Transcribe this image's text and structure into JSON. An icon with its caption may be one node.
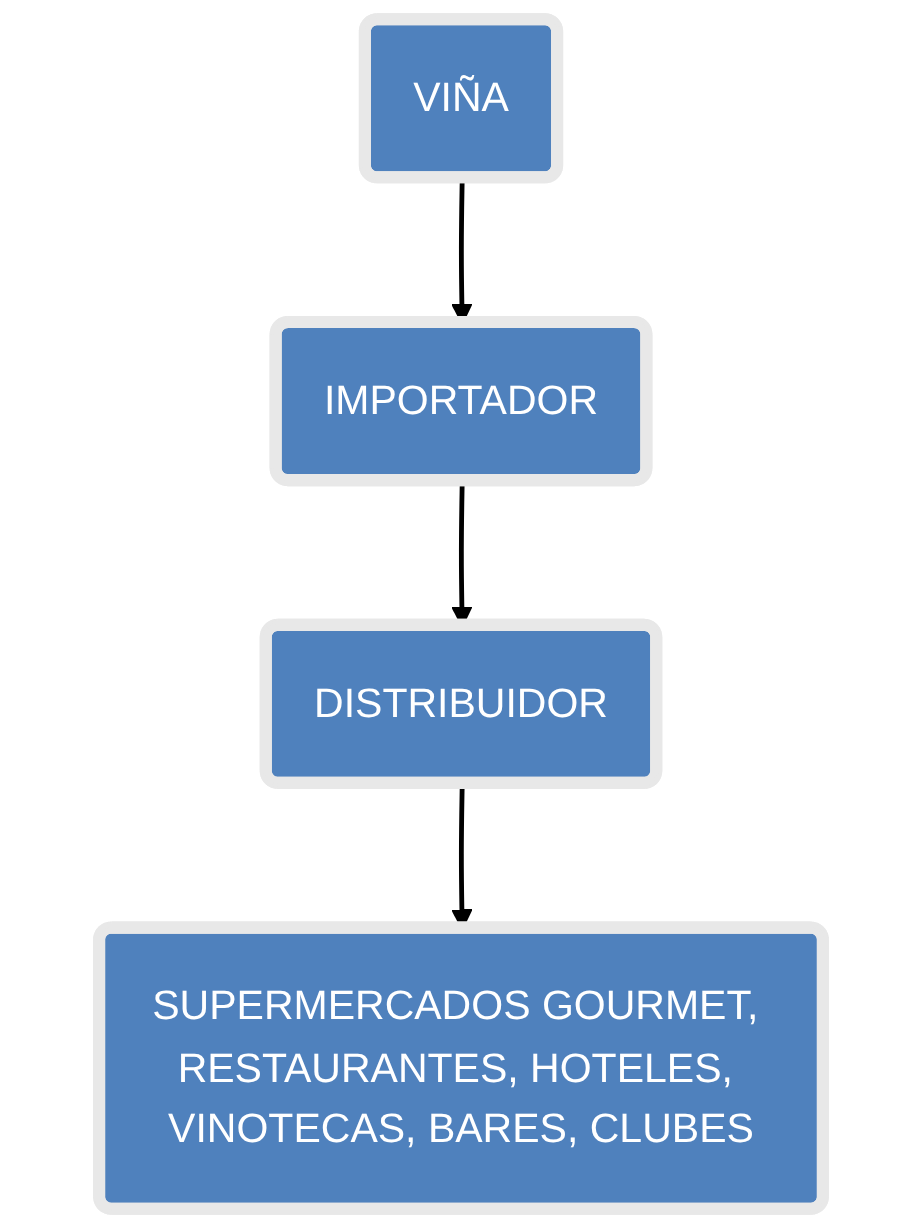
{
  "diagram": {
    "nodes": [
      {
        "text": [
          "VIÑA"
        ]
      },
      {
        "text": [
          "IMPORTADOR"
        ]
      },
      {
        "text": [
          "DISTRIBUIDOR"
        ]
      },
      {
        "text": [
          "SUPERMERCADOS GOURMET, RESTAURANTES, HOTELES, VINOTECAS, BARES, CLUBES"
        ]
      }
    ],
    "edges": [
      {
        "from": 0,
        "to": 1,
        "arrow": "to"
      },
      {
        "from": 1,
        "to": 2,
        "arrow": "to"
      },
      {
        "from": 2,
        "to": 3,
        "arrow": "to"
      }
    ]
  }
}
